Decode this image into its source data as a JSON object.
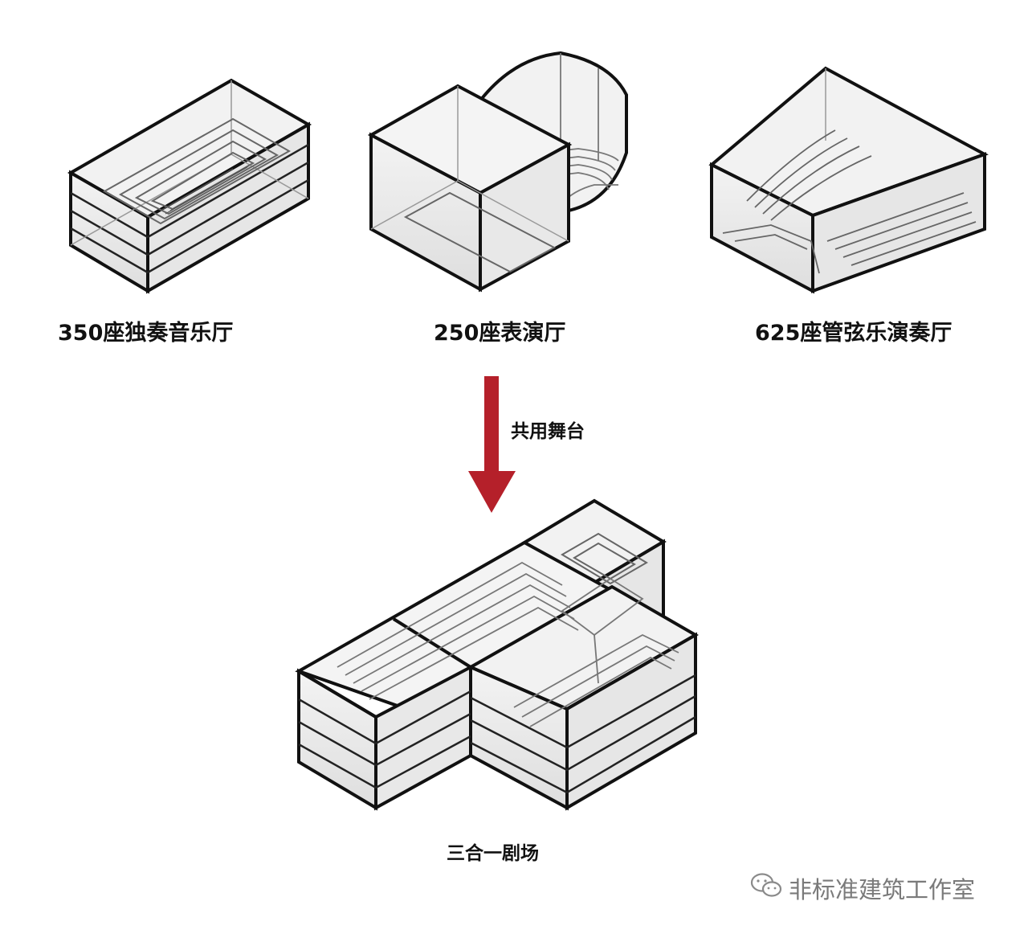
{
  "diagram": {
    "halls": [
      {
        "label": "350座独奏音乐厅"
      },
      {
        "label": "250座表演厅"
      },
      {
        "label": "625座管弦乐演奏厅"
      }
    ],
    "arrow": {
      "label": "共用舞台",
      "color": "#b5202a"
    },
    "combined": {
      "label": "三合一剧场"
    }
  },
  "watermark": {
    "text": "非标准建筑工作室",
    "icon": "wechat-icon"
  },
  "colors": {
    "outline": "#111111",
    "fill": "#efefef",
    "arrow": "#b5202a",
    "watermark": "#7a7a7a"
  }
}
